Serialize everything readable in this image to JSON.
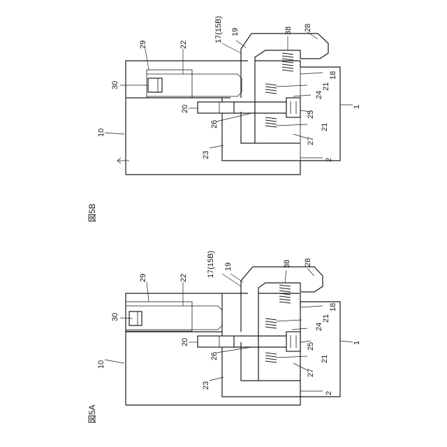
{
  "figures": [
    {
      "caption": "図5A",
      "labels": {
        "n10": "10",
        "n30": "30",
        "n29": "29",
        "n22": "22",
        "n17": "17(15B)",
        "n19": "19",
        "n38": "38",
        "n28": "28",
        "n18": "18",
        "n21a": "21",
        "n24": "24",
        "n25": "25",
        "n20": "20",
        "n26": "26",
        "n21b": "21",
        "n1": "1",
        "n27": "27",
        "n23": "23",
        "n2": "2"
      }
    },
    {
      "caption": "図5B",
      "labels": {
        "n10": "10",
        "n30": "30",
        "n29": "29",
        "n22": "22",
        "n17": "17(15B)",
        "n19": "19",
        "n38": "38",
        "n28": "28",
        "n18": "18",
        "n21a": "21",
        "n24": "24",
        "n25": "25",
        "n20": "20",
        "n26": "26",
        "n21b": "21",
        "n1": "1",
        "n27": "27",
        "n23": "23",
        "n2": "2"
      }
    }
  ]
}
